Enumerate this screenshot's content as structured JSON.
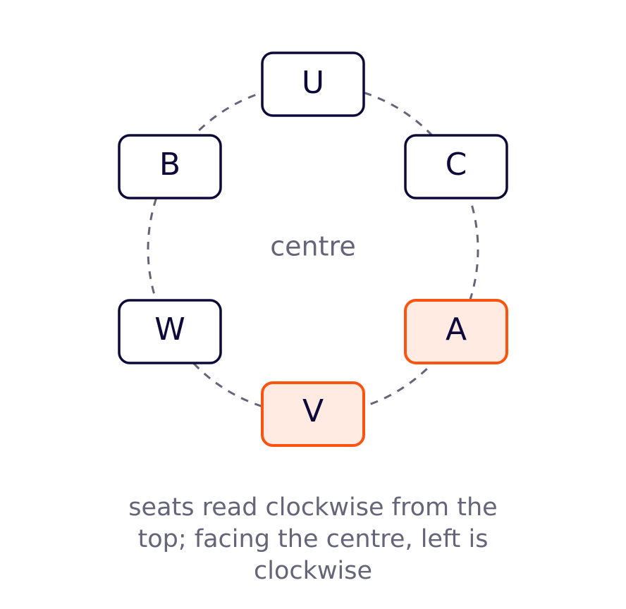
{
  "diagram": {
    "centre_label": "centre",
    "seats": [
      {
        "id": "U",
        "label": "U",
        "highlighted": false
      },
      {
        "id": "C",
        "label": "C",
        "highlighted": false
      },
      {
        "id": "A",
        "label": "A",
        "highlighted": true
      },
      {
        "id": "V",
        "label": "V",
        "highlighted": true
      },
      {
        "id": "W",
        "label": "W",
        "highlighted": false
      },
      {
        "id": "B",
        "label": "B",
        "highlighted": false
      }
    ],
    "caption": {
      "line1": "seats read clockwise from the",
      "line2": "top; facing the centre, left is",
      "line3": "clockwise"
    },
    "colors": {
      "stroke": "#0d0a3a",
      "highlight_stroke": "#fb5410",
      "highlight_fill": "#ffebe2",
      "muted_text": "#656478"
    }
  }
}
